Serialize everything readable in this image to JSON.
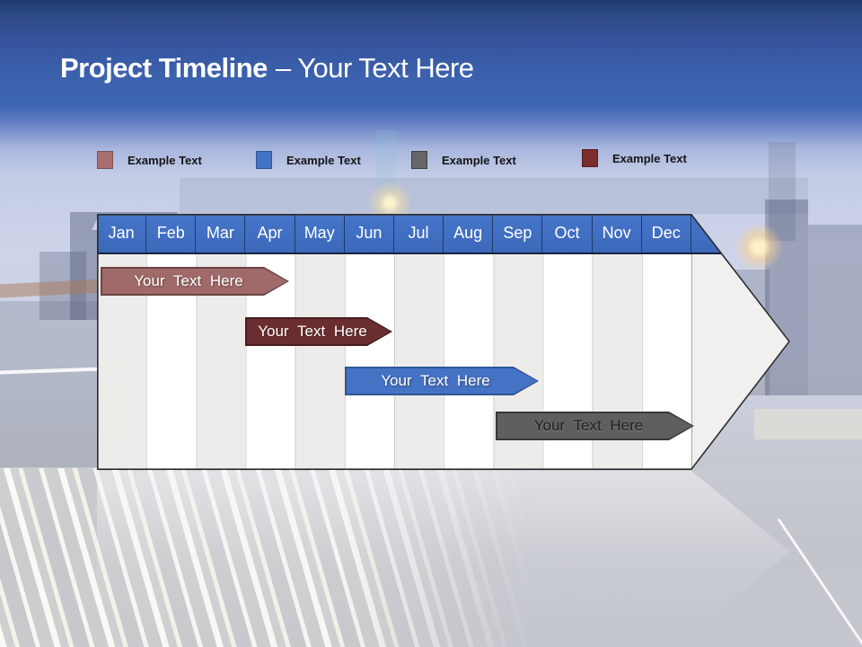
{
  "slide": {
    "title": {
      "bold": "Project Timeline",
      "regular": "– Your Text Here"
    }
  },
  "legend": {
    "items": [
      {
        "label": "Example Text",
        "color": "#a96e6e",
        "border": "#7e5050"
      },
      {
        "label": "Example Text",
        "color": "#4472c4",
        "border": "#2f5597"
      },
      {
        "label": "Example Text",
        "color": "#666666",
        "border": "#404040"
      },
      {
        "label": "Example Text",
        "color": "#7a2d2d",
        "border": "#551d1d"
      }
    ]
  },
  "timeline": {
    "months": [
      "Jan",
      "Feb",
      "Mar",
      "Apr",
      "May",
      "Jun",
      "Jul",
      "Aug",
      "Sep",
      "Oct",
      "Nov",
      "Dec"
    ],
    "header_color": "#3d6cc0",
    "header_text_color": "#ffffff",
    "bars": [
      {
        "label": "Your Text Here",
        "fill": "#a06a6a",
        "border": "#6e4343",
        "text_color": "#ffffff",
        "start_month": "Jan",
        "end_month": "Apr"
      },
      {
        "label": "Your Text Here",
        "fill": "#6b2e2e",
        "border": "#471d1d",
        "text_color": "#ffffff",
        "start_month": "Apr",
        "end_month": "Jun"
      },
      {
        "label": "Your Text Here",
        "fill": "#4472c4",
        "border": "#2f5597",
        "text_color": "#ffffff",
        "start_month": "Jun",
        "end_month": "Sep"
      },
      {
        "label": "Your Text Here",
        "fill": "#5f5f5f",
        "border": "#383838",
        "text_color": "#1f1f1f",
        "start_month": "Sep",
        "end_month": "Dec"
      }
    ]
  }
}
